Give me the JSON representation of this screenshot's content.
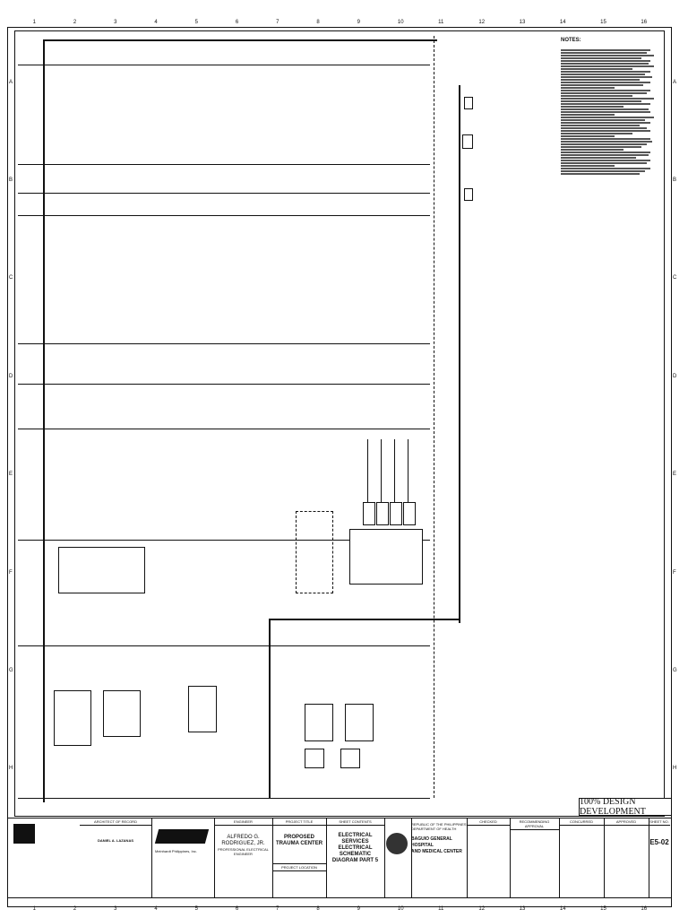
{
  "grid": {
    "columns": [
      "1",
      "2",
      "3",
      "4",
      "5",
      "6",
      "7",
      "8",
      "9",
      "10",
      "11",
      "12",
      "13",
      "14",
      "15",
      "16"
    ],
    "rows": [
      "A",
      "B",
      "C",
      "D",
      "E",
      "F",
      "G",
      "H"
    ]
  },
  "notes": {
    "title": "NOTES:"
  },
  "stamp": {
    "label": "100% DESIGN DEVELOPMENT"
  },
  "titleblock": {
    "architect_head": "ARCHITECT OF RECORD",
    "architect_name": "DANIEL A. LAZANAS",
    "company_name": "Meinhardt Philippines, Inc.",
    "engineer_head": "ENGINEER",
    "engineer_name": "ALFREDO G. RODRIGUEZ, JR.",
    "engineer_title": "PROFESSIONAL ELECTRICAL ENGINEER",
    "project_head": "PROJECT TITLE",
    "project_title": "PROPOSED TRAUMA CENTER",
    "project_location_head": "PROJECT LOCATION",
    "sheet_contents_head": "SHEET CONTENTS",
    "sheet_contents_1": "ELECTRICAL SERVICES",
    "sheet_contents_2": "ELECTRICAL SCHEMATIC",
    "sheet_contents_3": "DIAGRAM PART 5",
    "republic_1": "REPUBLIC OF THE PHILIPPINES",
    "republic_2": "DEPARTMENT OF HEALTH",
    "hospital_1": "BAGUIO GENERAL HOSPITAL",
    "hospital_2": "AND MEDICAL CENTER",
    "checked_head": "CHECKED",
    "recommending_head": "RECOMMENDING APPROVAL",
    "concurred_head": "CONCURRED",
    "approved_head": "APPROVED",
    "sheet_no_head": "SHEET NO.",
    "sheet_no": "E5-02"
  }
}
